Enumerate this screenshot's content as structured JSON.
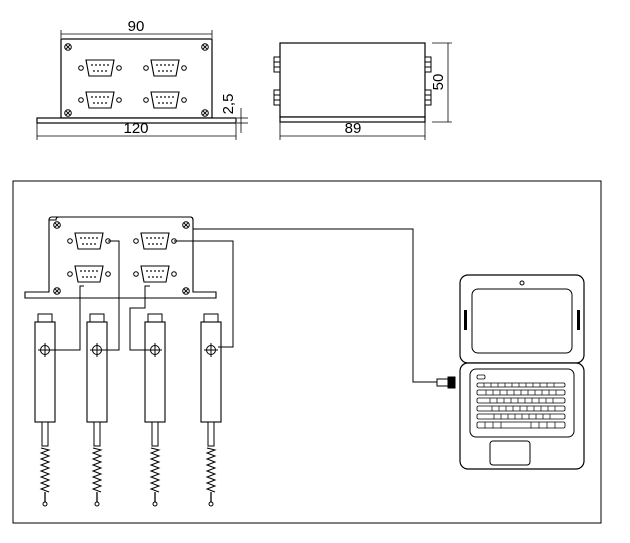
{
  "front_view": {
    "width_label": "90",
    "base_width_label": "120",
    "base_thickness_label": "2,5"
  },
  "side_view": {
    "length_label": "89",
    "height_label": "50"
  },
  "connection_diagram": {
    "probe_count": 4,
    "connector_count": 4
  },
  "colors": {
    "line": "#000000",
    "background": "#ffffff"
  }
}
